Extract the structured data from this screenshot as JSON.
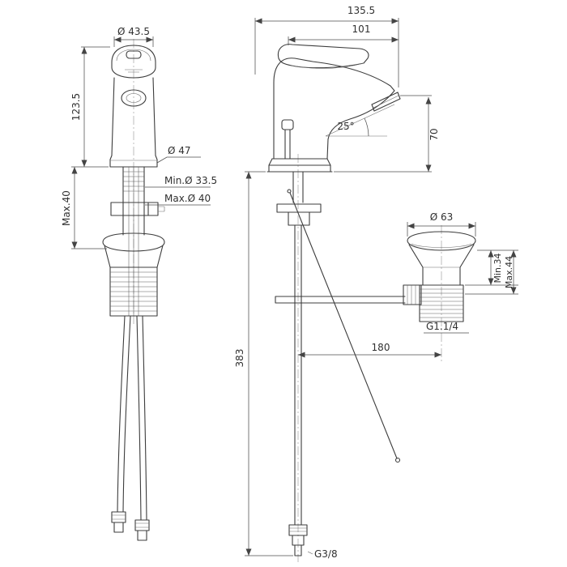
{
  "drawing": {
    "front_view": {
      "top_diameter": "Ø 43.5",
      "body_height": "123.5",
      "base_diameter": "Ø 47",
      "hole_min_diameter": "Min.Ø 33.5",
      "hole_max_diameter": "Max.Ø 40",
      "deck_thickness_max": "Max.40"
    },
    "side_view": {
      "total_depth": "135.5",
      "spout_reach": "101",
      "spout_angle": "25°",
      "spout_height": "70",
      "waste_flange_diameter": "Ø 63",
      "waste_deck_min": "Min.34",
      "waste_deck_max": "Max.44",
      "waste_thread": "G1.1/4",
      "waste_offset": "180",
      "supply_length": "383",
      "supply_thread": "G3/8"
    }
  }
}
